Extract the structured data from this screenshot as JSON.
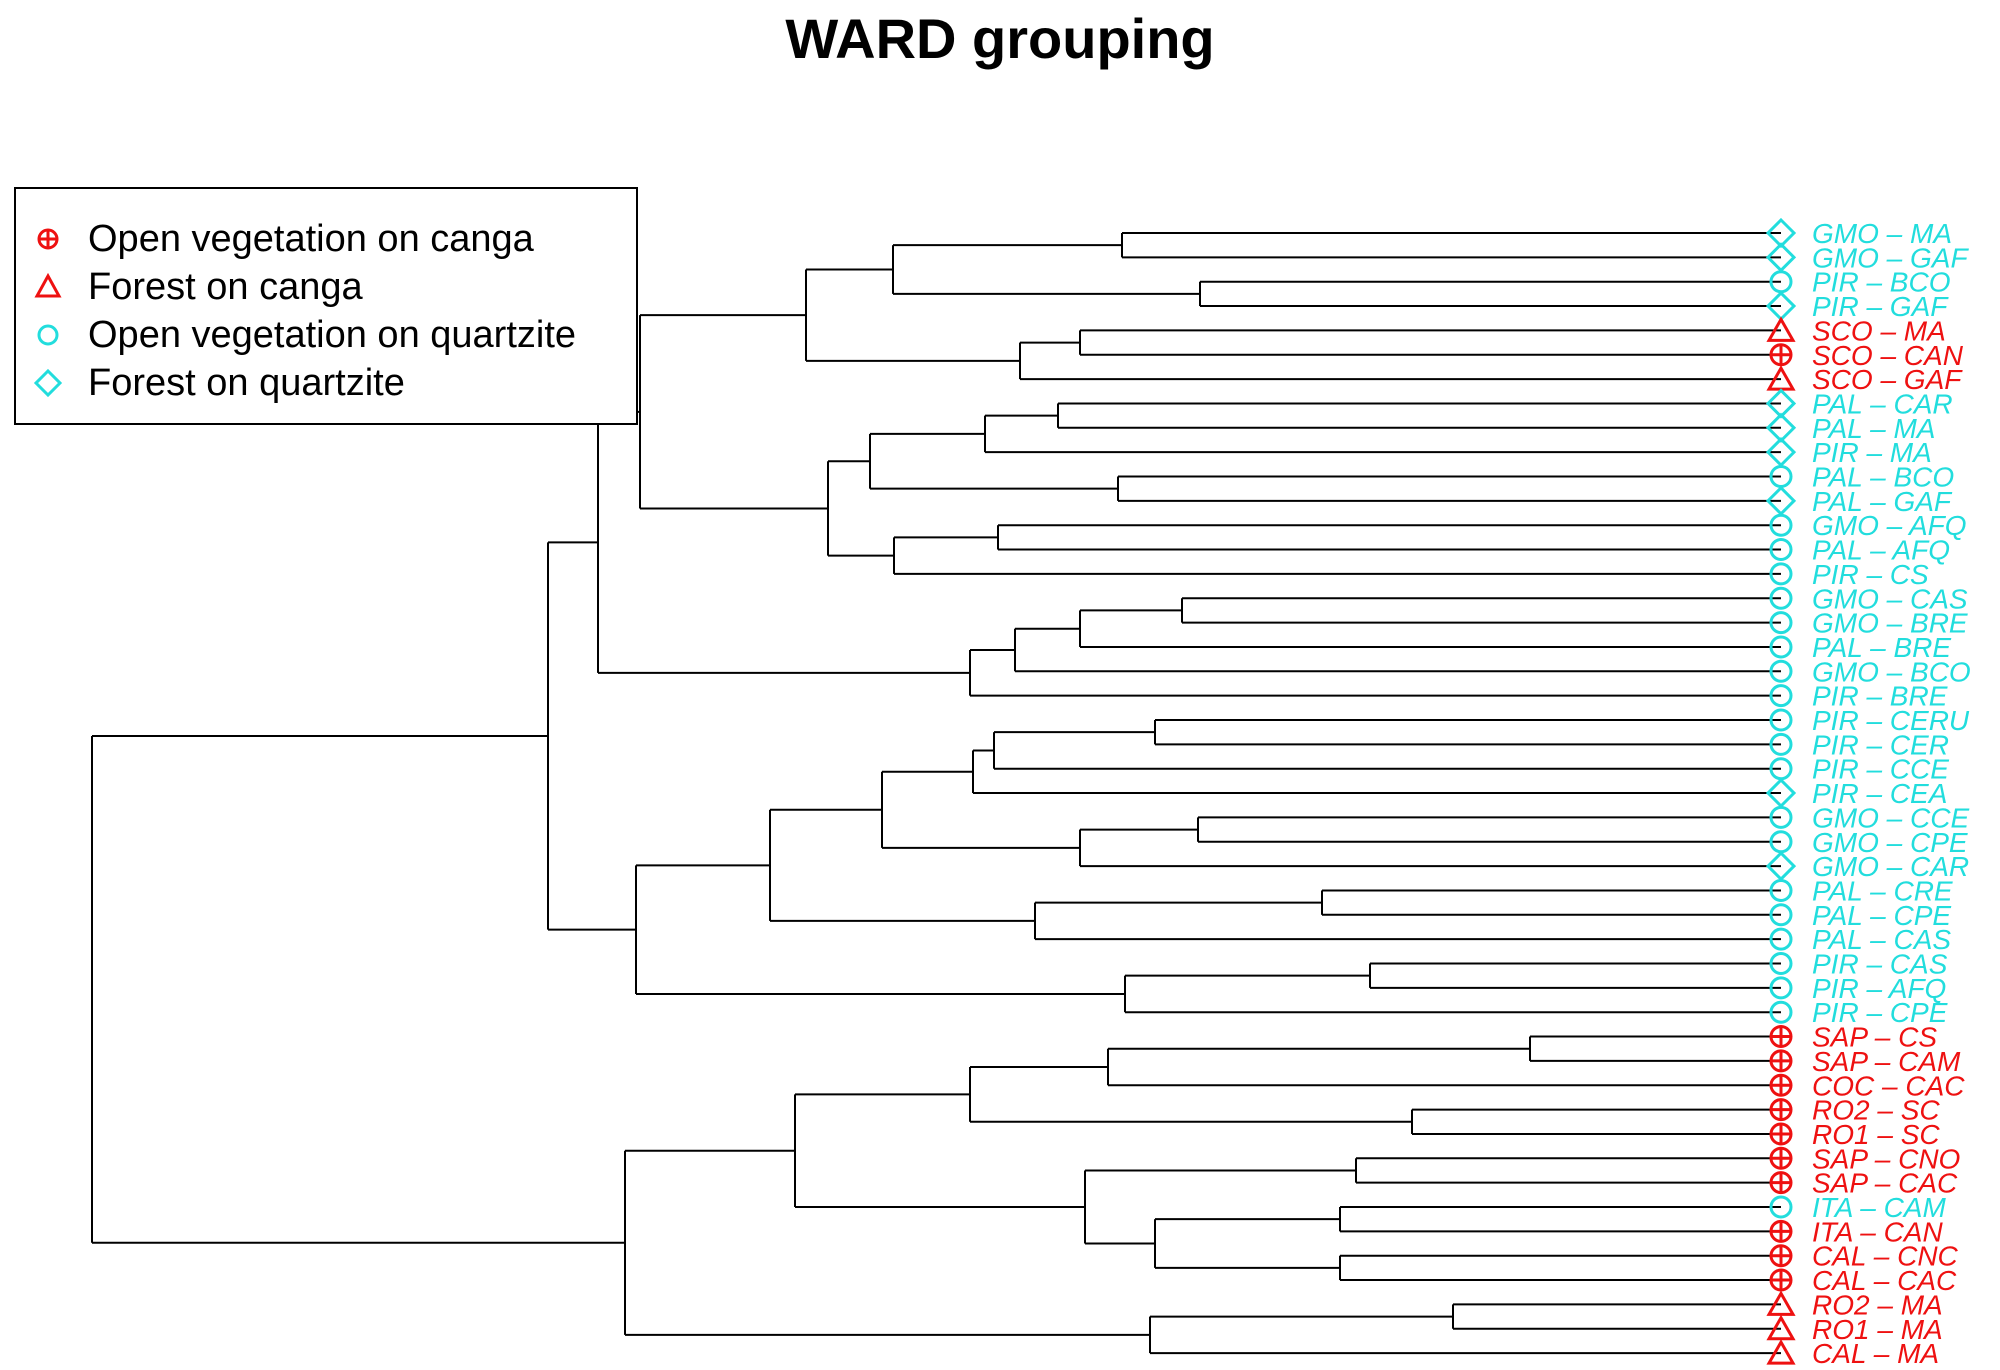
{
  "title": "WARD grouping",
  "colors": {
    "canga": "#ee1111",
    "quartzite": "#22dddd",
    "line": "#000000"
  },
  "legend": [
    {
      "label": "Open vegetation on canga",
      "symbol": "circle-plus",
      "group": "canga"
    },
    {
      "label": "Forest on canga",
      "symbol": "triangle",
      "group": "canga"
    },
    {
      "label": "Open vegetation on quartzite",
      "symbol": "circle",
      "group": "quartzite"
    },
    {
      "label": "Forest on quartzite",
      "symbol": "diamond",
      "group": "quartzite"
    }
  ],
  "leaves": [
    {
      "label": "GMO – MA",
      "symbol": "diamond",
      "group": "quartzite"
    },
    {
      "label": "GMO – GAF",
      "symbol": "diamond",
      "group": "quartzite"
    },
    {
      "label": "PIR – BCO",
      "symbol": "circle",
      "group": "quartzite"
    },
    {
      "label": "PIR – GAF",
      "symbol": "diamond",
      "group": "quartzite"
    },
    {
      "label": "SCO – MA",
      "symbol": "triangle",
      "group": "canga"
    },
    {
      "label": "SCO – CAN",
      "symbol": "circle-plus",
      "group": "canga"
    },
    {
      "label": "SCO – GAF",
      "symbol": "triangle",
      "group": "canga"
    },
    {
      "label": "PAL – CAR",
      "symbol": "diamond",
      "group": "quartzite"
    },
    {
      "label": "PAL – MA",
      "symbol": "diamond",
      "group": "quartzite"
    },
    {
      "label": "PIR – MA",
      "symbol": "diamond",
      "group": "quartzite"
    },
    {
      "label": "PAL – BCO",
      "symbol": "circle",
      "group": "quartzite"
    },
    {
      "label": "PAL – GAF",
      "symbol": "diamond",
      "group": "quartzite"
    },
    {
      "label": "GMO – AFQ",
      "symbol": "circle",
      "group": "quartzite"
    },
    {
      "label": "PAL – AFQ",
      "symbol": "circle",
      "group": "quartzite"
    },
    {
      "label": "PIR – CS",
      "symbol": "circle",
      "group": "quartzite"
    },
    {
      "label": "GMO – CAS",
      "symbol": "circle",
      "group": "quartzite"
    },
    {
      "label": "GMO – BRE",
      "symbol": "circle",
      "group": "quartzite"
    },
    {
      "label": "PAL – BRE",
      "symbol": "circle",
      "group": "quartzite"
    },
    {
      "label": "GMO – BCO",
      "symbol": "circle",
      "group": "quartzite"
    },
    {
      "label": "PIR – BRE",
      "symbol": "circle",
      "group": "quartzite"
    },
    {
      "label": "PIR – CERU",
      "symbol": "circle",
      "group": "quartzite"
    },
    {
      "label": "PIR – CER",
      "symbol": "circle",
      "group": "quartzite"
    },
    {
      "label": "PIR – CCE",
      "symbol": "circle",
      "group": "quartzite"
    },
    {
      "label": "PIR – CEA",
      "symbol": "diamond",
      "group": "quartzite"
    },
    {
      "label": "GMO – CCE",
      "symbol": "circle",
      "group": "quartzite"
    },
    {
      "label": "GMO – CPE",
      "symbol": "circle",
      "group": "quartzite"
    },
    {
      "label": "GMO – CAR",
      "symbol": "diamond",
      "group": "quartzite"
    },
    {
      "label": "PAL – CRE",
      "symbol": "circle",
      "group": "quartzite"
    },
    {
      "label": "PAL – CPE",
      "symbol": "circle",
      "group": "quartzite"
    },
    {
      "label": "PAL – CAS",
      "symbol": "circle",
      "group": "quartzite"
    },
    {
      "label": "PIR – CAS",
      "symbol": "circle",
      "group": "quartzite"
    },
    {
      "label": "PIR – AFQ",
      "symbol": "circle",
      "group": "quartzite"
    },
    {
      "label": "PIR – CPE",
      "symbol": "circle",
      "group": "quartzite"
    },
    {
      "label": "SAP – CS",
      "symbol": "circle-plus",
      "group": "canga"
    },
    {
      "label": "SAP – CAM",
      "symbol": "circle-plus",
      "group": "canga"
    },
    {
      "label": "COC – CAC",
      "symbol": "circle-plus",
      "group": "canga"
    },
    {
      "label": "RO2 – SC",
      "symbol": "circle-plus",
      "group": "canga"
    },
    {
      "label": "RO1 – SC",
      "symbol": "circle-plus",
      "group": "canga"
    },
    {
      "label": "SAP – CNO",
      "symbol": "circle-plus",
      "group": "canga"
    },
    {
      "label": "SAP – CAC",
      "symbol": "circle-plus",
      "group": "canga"
    },
    {
      "label": "ITA – CAM",
      "symbol": "circle",
      "group": "quartzite"
    },
    {
      "label": "ITA – CAN",
      "symbol": "circle-plus",
      "group": "canga"
    },
    {
      "label": "CAL – CNC",
      "symbol": "circle-plus",
      "group": "canga"
    },
    {
      "label": "CAL – CAC",
      "symbol": "circle-plus",
      "group": "canga"
    },
    {
      "label": "RO2 – MA",
      "symbol": "triangle",
      "group": "canga"
    },
    {
      "label": "RO1 – MA",
      "symbol": "triangle",
      "group": "canga"
    },
    {
      "label": "CAL – MA",
      "symbol": "triangle",
      "group": "canga"
    }
  ]
}
